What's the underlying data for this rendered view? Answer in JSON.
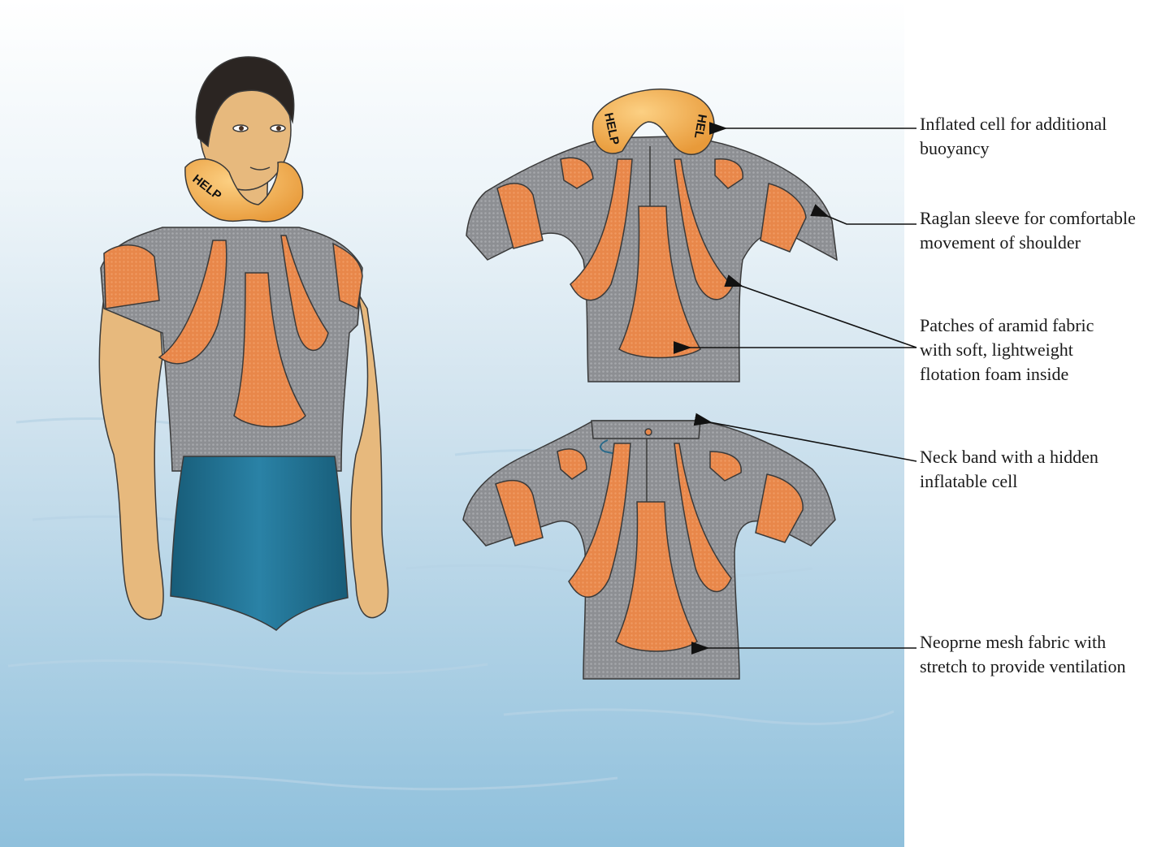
{
  "collar_label": "HELP",
  "collar_label_partial_left": "HELP",
  "collar_label_partial_right": "HEL",
  "callouts": [
    {
      "id": "inflated-cell",
      "lines": [
        "Inflated cell for additional",
        "buoyancy"
      ]
    },
    {
      "id": "raglan-sleeve",
      "lines": [
        "Raglan sleeve for comfortable",
        "movement of shoulder"
      ]
    },
    {
      "id": "aramid-patches",
      "lines": [
        "Patches of aramid fabric",
        "with soft, lightweight",
        "flotation foam inside"
      ]
    },
    {
      "id": "neck-band",
      "lines": [
        "Neck band with a hidden",
        "inflatable cell"
      ]
    },
    {
      "id": "neoprene-mesh",
      "lines": [
        "Neoprne mesh fabric with",
        "stretch to provide ventilation"
      ]
    }
  ],
  "colors": {
    "water_light": "#dbe9f2",
    "water_deep": "#8fc0dc",
    "mesh_gray": "#8d8f93",
    "patch_orange": "#e8874a",
    "collar_yellow": "#f5b656",
    "skin": "#e7b97d",
    "hair": "#2b2522",
    "shorts": "#1d6f8f"
  }
}
